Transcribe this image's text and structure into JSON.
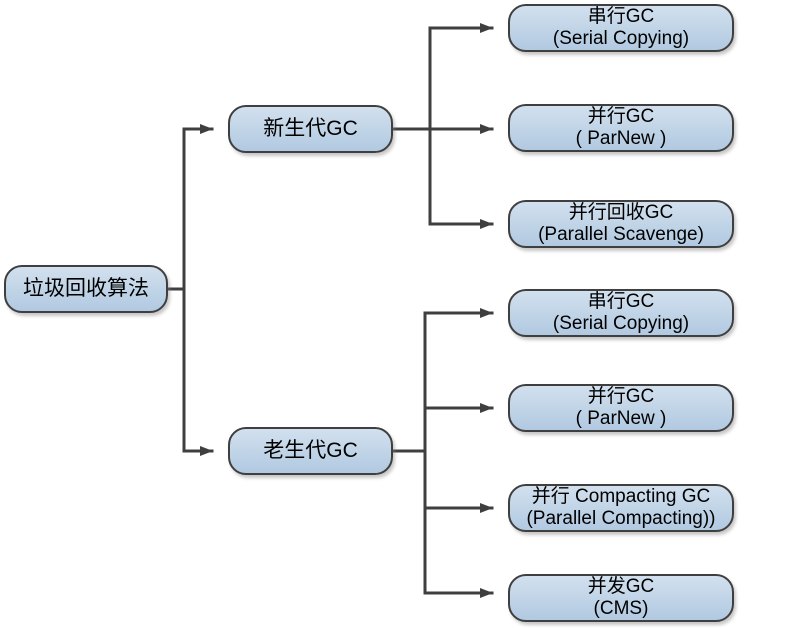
{
  "colors": {
    "node_fill_top": "#d2e0ee",
    "node_fill_bottom": "#b1c9e1",
    "node_border": "#3f3f3f",
    "connector_line": "#3f3f3f",
    "background": "#ffffff",
    "text": "#000000"
  },
  "nodes": {
    "root": {
      "label": "垃圾回收算法"
    },
    "newgen": {
      "label": "新生代GC"
    },
    "oldgen": {
      "label": "老生代GC"
    },
    "children": [
      {
        "line1": "串行GC",
        "line2": "(Serial Copying)"
      },
      {
        "line1": "并行GC",
        "line2": "( ParNew )"
      },
      {
        "line1": "并行回收GC",
        "line2": "(Parallel Scavenge)"
      },
      {
        "line1": "串行GC",
        "line2": "(Serial Copying)"
      },
      {
        "line1": "并行GC",
        "line2": "( ParNew )"
      },
      {
        "line1": "并行 Compacting GC",
        "line2": "(Parallel Compacting))"
      },
      {
        "line1": "并发GC",
        "line2": "(CMS)"
      }
    ]
  }
}
